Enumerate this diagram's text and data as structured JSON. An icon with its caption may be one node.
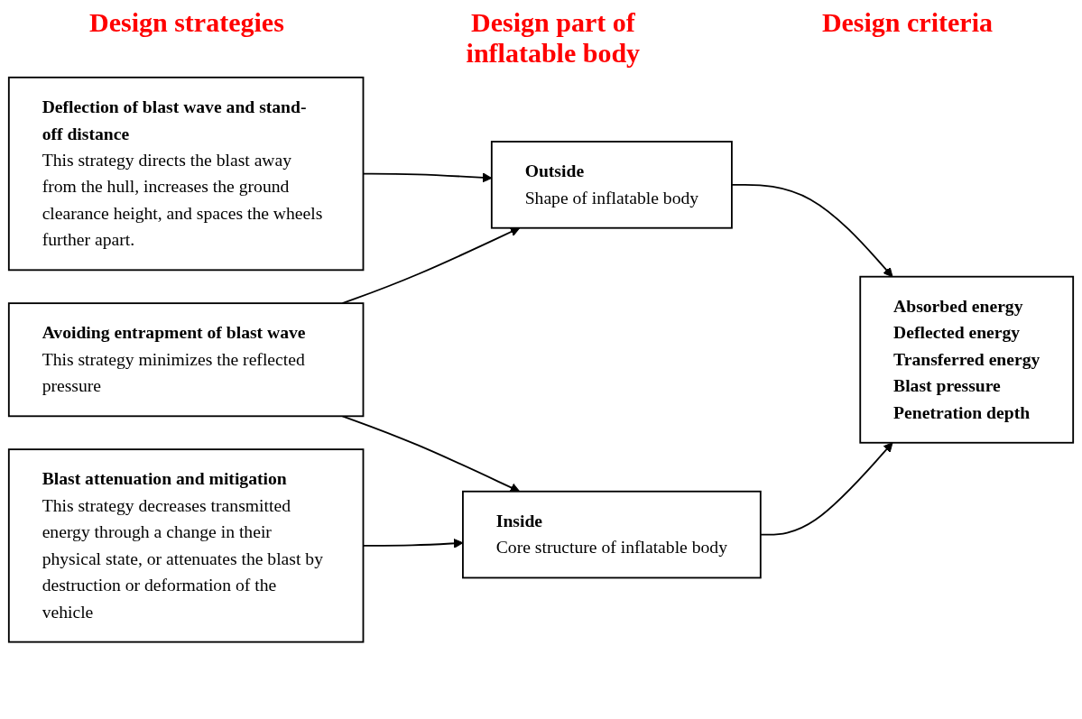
{
  "diagram": {
    "nodes": [
      {
        "text": [
          "Deflection of blast wave and stand-off distance",
          "This strategy directs the blast away from the hull, increases the ground clearance height, and spaces the wheels further apart."
        ]
      },
      {
        "text": [
          "Avoiding entrapment of blast wave",
          "This strategy minimizes the reflected pressure"
        ]
      },
      {
        "text": [
          "Blast attenuation and mitigation",
          "This strategy decreases transmitted energy through a change in their physical state, or attenuates the blast by destruction or deformation of the vehicle"
        ]
      },
      {
        "text": [
          "Outside",
          "Shape of inflatable body"
        ]
      },
      {
        "text": [
          "Inside",
          "Core structure of inflatable body"
        ]
      },
      {
        "text": [
          "Absorbed energy",
          "Deflected energy",
          "Transferred energy",
          "Blast pressure",
          "Penetration depth"
        ]
      }
    ],
    "edges": [
      {
        "from": 0,
        "to": 3,
        "arrow": "to"
      },
      {
        "from": 1,
        "to": 3,
        "arrow": "to"
      },
      {
        "from": 1,
        "to": 4,
        "arrow": "to"
      },
      {
        "from": 2,
        "to": 4,
        "arrow": "to"
      },
      {
        "from": 3,
        "to": 5,
        "arrow": "to"
      },
      {
        "from": 4,
        "to": 5,
        "arrow": "to"
      }
    ],
    "labels": [
      "Design strategies",
      "Design part of inflatable body",
      "Design criteria"
    ]
  }
}
